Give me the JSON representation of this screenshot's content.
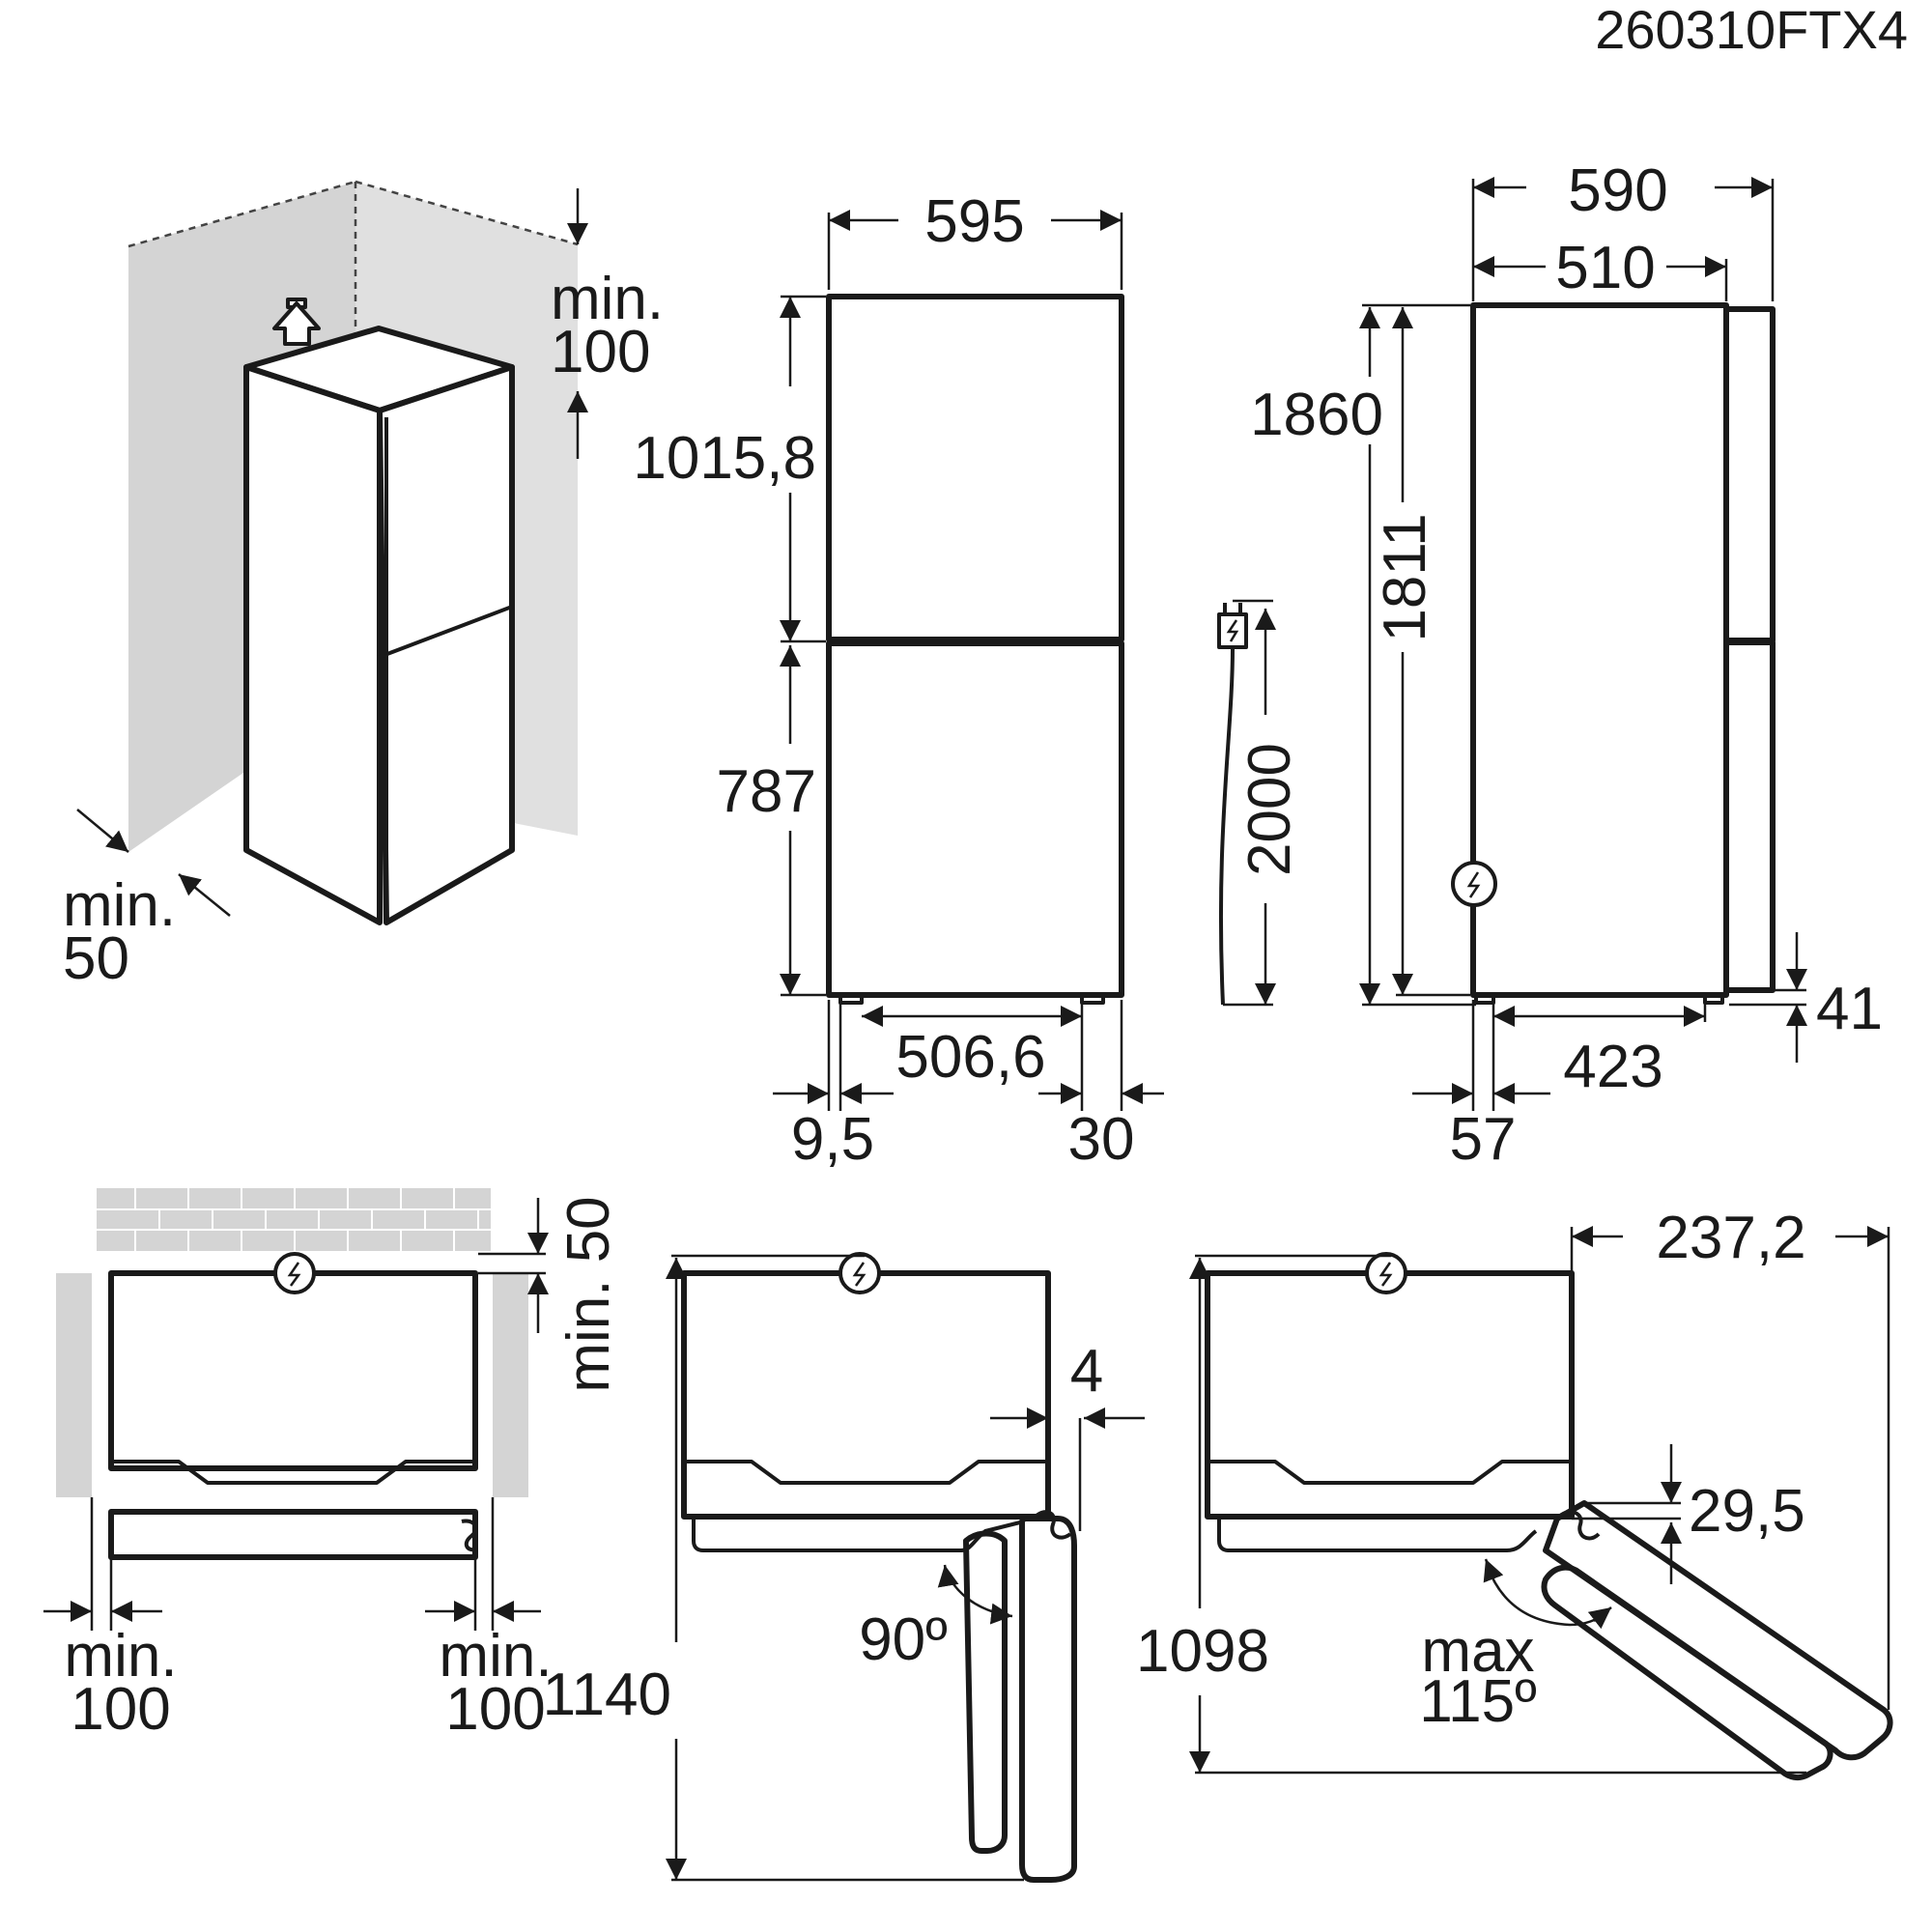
{
  "drawing_code": "260310FTX4",
  "iso_view": {
    "clearance_top_line1": "min.",
    "clearance_top_line2": "100",
    "clearance_side_line1": "min.",
    "clearance_side_line2": "50"
  },
  "front_view": {
    "width": "595",
    "freezer_height": "1015,8",
    "fridge_height": "787",
    "feet_span": "506,6",
    "left_offset": "9,5",
    "right_offset": "30"
  },
  "cable": {
    "length": "2000"
  },
  "side_view": {
    "total_depth": "590",
    "body_depth": "510",
    "total_height": "1860",
    "body_height": "1811",
    "feet_span": "423",
    "front_offset": "57",
    "foot_height": "41"
  },
  "top_clearance_view": {
    "rear_clearance": "min. 50",
    "left_line1": "min.",
    "left_line2": "100",
    "right_line1": "min.",
    "right_line2": "100"
  },
  "door_90_view": {
    "depth": "1140",
    "angle": "90º",
    "offset": "4"
  },
  "door_115_view": {
    "depth": "1098",
    "angle_line1": "max",
    "angle_line2": "115º",
    "extension": "237,2",
    "offset": "29,5"
  },
  "colors": {
    "line": "#1a1a1a",
    "wall": "#d4d4d4",
    "background": "#ffffff"
  }
}
